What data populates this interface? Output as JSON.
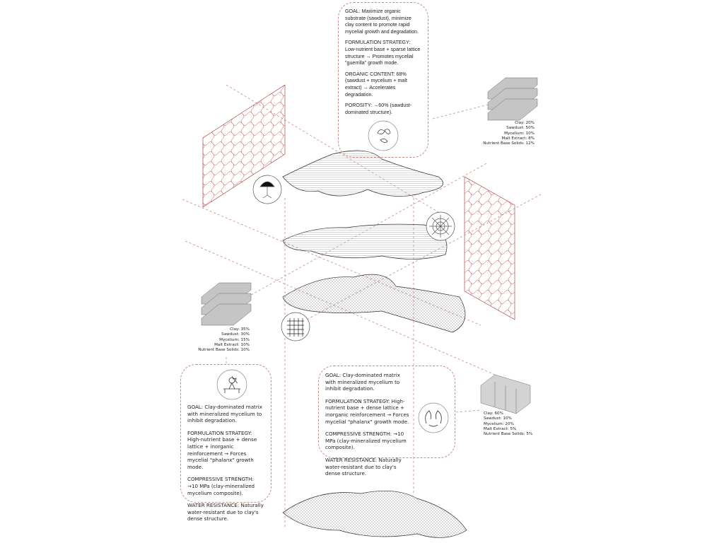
{
  "top_box": {
    "paragraphs": [
      "GOAL: Maximize organic substrate (sawdust), minimize clay content to promote rapid mycelial growth and degradation.",
      "FORMULATION STRATEGY: Low-nutrient base + sparse lattice structure → Promotes mycelial \"guerrilla\" growth mode.",
      "ORGANIC CONTENT: 68% (sawdust + mycelium + malt extract) → Accelerates degradation.",
      "POROSITY: →60% (sawdust-dominated structure)."
    ],
    "icon": "curled-fungi-icon"
  },
  "left_box": {
    "paragraphs": [
      "GOAL: Clay-dominated matrix with mineralized mycelium to inhibit degradation.",
      "FORMULATION STRATEGY: High-nutrient base + dense lattice + inorganic reinforcement → Forces mycelial \"phalanx\" growth mode.",
      "COMPRESSIVE STRENGTH: →10 MPa (clay-mineralized mycelium composite).",
      "WATER RESISTANCE: Naturally water-resistant due to clay's dense structure."
    ],
    "icon": "lab-apparatus-icon"
  },
  "right_box": {
    "paragraphs": [
      "GOAL: Clay-dominated matrix with mineralized mycelium to inhibit degradation.",
      "FORMULATION STRATEGY: High-nutrient base + dense lattice + inorganic reinforcement → Forces mycelial \"phalanx\" growth mode.",
      "COMPRESSIVE STRENGTH: →10 MPa (clay-mineralized mycelium composite).",
      "WATER RESISTANCE: Naturally water-resistant due to clay's dense structure."
    ],
    "icon": "hands-icon"
  },
  "legends": {
    "top_right": [
      "Clay: 20%",
      "Sawdust: 50%",
      "Mycelium: 10%",
      "Malt Extract: 8%",
      "Nutrient Base Solids: 12%"
    ],
    "left": [
      "Clay: 35%",
      "Sawdust: 30%",
      "Mycelium: 15%",
      "Malt Extract: 10%",
      "Nutrient Base Solids: 10%"
    ],
    "bottom_right": [
      "Clay: 60%",
      "Sawdust: 10%",
      "Mycelium: 20%",
      "Malt Extract: 5%",
      "Nutrient Base Solids: 5%"
    ]
  },
  "icons": [
    "mushroom-icon",
    "spider-web-icon",
    "grid-lattice-icon"
  ],
  "colors": {
    "accent": "#a32a2a",
    "dashed": "#c98a8a",
    "line": "#444444"
  }
}
